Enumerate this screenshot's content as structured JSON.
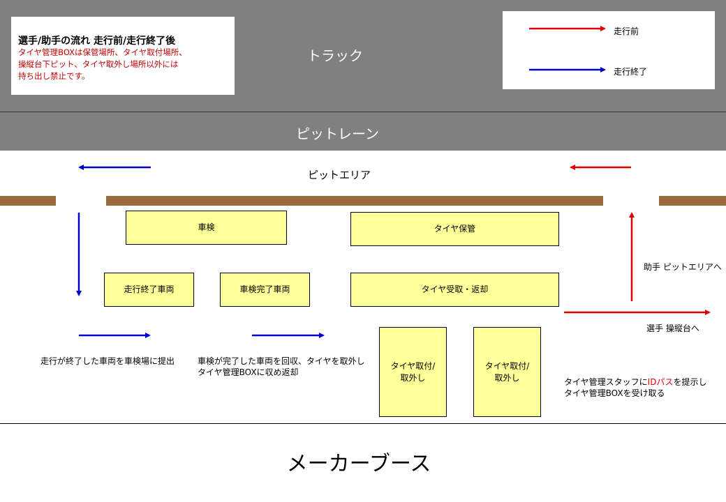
{
  "areas": {
    "track": "トラック",
    "pit_lane": "ピットレーン",
    "pit_area": "ピットエリア",
    "maker_booth": "メーカーブース"
  },
  "note": {
    "title": "選手/助手の流れ 走行前/走行終了後",
    "lines": [
      "タイヤ管理BOXは保管場所、タイヤ取付場所、",
      "操縦台下ピット、タイヤ取外し場所以外には",
      "持ち出し禁止です。"
    ]
  },
  "legend": {
    "before_run": "走行前",
    "after_run": "走行終了",
    "before_color": "#e00000",
    "after_color": "#0000cc"
  },
  "boxes": {
    "inspection": "車検",
    "tire_storage": "タイヤ保管",
    "finished_vehicle": "走行終了車両",
    "inspected_vehicle": "車検完了車両",
    "tire_receive_return": "タイヤ受取・返却",
    "tire_mount_1": [
      "タイヤ取付/",
      "取外し"
    ],
    "tire_mount_2": [
      "タイヤ取付/",
      "取外し"
    ]
  },
  "labels": {
    "assistant_to_pit": "助手 ピットエリアへ",
    "driver_to_stand": "選手 操縦台へ",
    "submit_to_inspection": "走行が終了した車両を車検場に提出",
    "collect_lines": [
      "車検が完了した車両を回収、タイヤを取外し",
      "タイヤ管理BOXに収め返却"
    ],
    "id_pass_parts": [
      "タイヤ管理スタッフに",
      "IDパス",
      "を提示し"
    ],
    "receive_box": "タイヤ管理BOXを受け取る"
  },
  "colors": {
    "band_gray": "#808080",
    "wall_brown": "#9a6b3a",
    "box_yellow": "#ffff99",
    "highlight_red": "#e00000"
  }
}
